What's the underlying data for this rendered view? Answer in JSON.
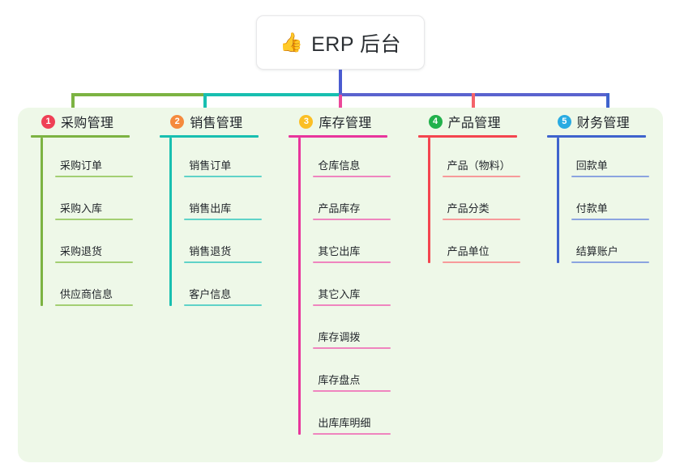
{
  "root": {
    "icon": "thumbs-up-icon",
    "icon_glyph": "👍",
    "title": "ERP 后台"
  },
  "panel": {
    "background_color": "#eef8e8"
  },
  "connector_colors": {
    "stem": "#4a5bd0",
    "segment_1": "#7cb342",
    "segment_2": "#18bfb0",
    "segment_3": "#5a63cf",
    "drop_1": "#7cb342",
    "drop_2": "#18bfb0",
    "drop_3": "#ec4899",
    "drop_4": "#f4636a",
    "drop_5": "#3f63cd"
  },
  "columns": [
    {
      "index": "1",
      "badge_label": "1",
      "badge_color": "#ef4056",
      "line_color": "#7cb342",
      "leaf_line_color": "#a3cf72",
      "title": "采购管理",
      "items": [
        {
          "label": "采购订单"
        },
        {
          "label": "采购入库"
        },
        {
          "label": "采购退货"
        },
        {
          "label": "供应商信息"
        }
      ]
    },
    {
      "index": "2",
      "badge_label": "2",
      "badge_color": "#f58a3d",
      "line_color": "#18bfb0",
      "leaf_line_color": "#5fd3c8",
      "title": "销售管理",
      "items": [
        {
          "label": "销售订单"
        },
        {
          "label": "销售出库"
        },
        {
          "label": "销售退货"
        },
        {
          "label": "客户信息"
        }
      ]
    },
    {
      "index": "3",
      "badge_label": "3",
      "badge_color": "#fbbf24",
      "line_color": "#e8359c",
      "leaf_line_color": "#ef85bf",
      "title": "库存管理",
      "items": [
        {
          "label": "仓库信息"
        },
        {
          "label": "产品库存"
        },
        {
          "label": "其它出库"
        },
        {
          "label": "其它入库"
        },
        {
          "label": "库存调拨"
        },
        {
          "label": "库存盘点"
        },
        {
          "label": "出库库明细"
        }
      ]
    },
    {
      "index": "4",
      "badge_label": "4",
      "badge_color": "#22b14c",
      "line_color": "#f4454f",
      "leaf_line_color": "#f79a9a",
      "title": "产品管理",
      "items": [
        {
          "label": "产品（物料）"
        },
        {
          "label": "产品分类"
        },
        {
          "label": "产品单位"
        }
      ]
    },
    {
      "index": "5",
      "badge_label": "5",
      "badge_color": "#29abe2",
      "line_color": "#3f63cd",
      "leaf_line_color": "#8ba4e0",
      "title": "财务管理",
      "items": [
        {
          "label": "回款单"
        },
        {
          "label": "付款单"
        },
        {
          "label": "结算账户"
        }
      ]
    }
  ]
}
